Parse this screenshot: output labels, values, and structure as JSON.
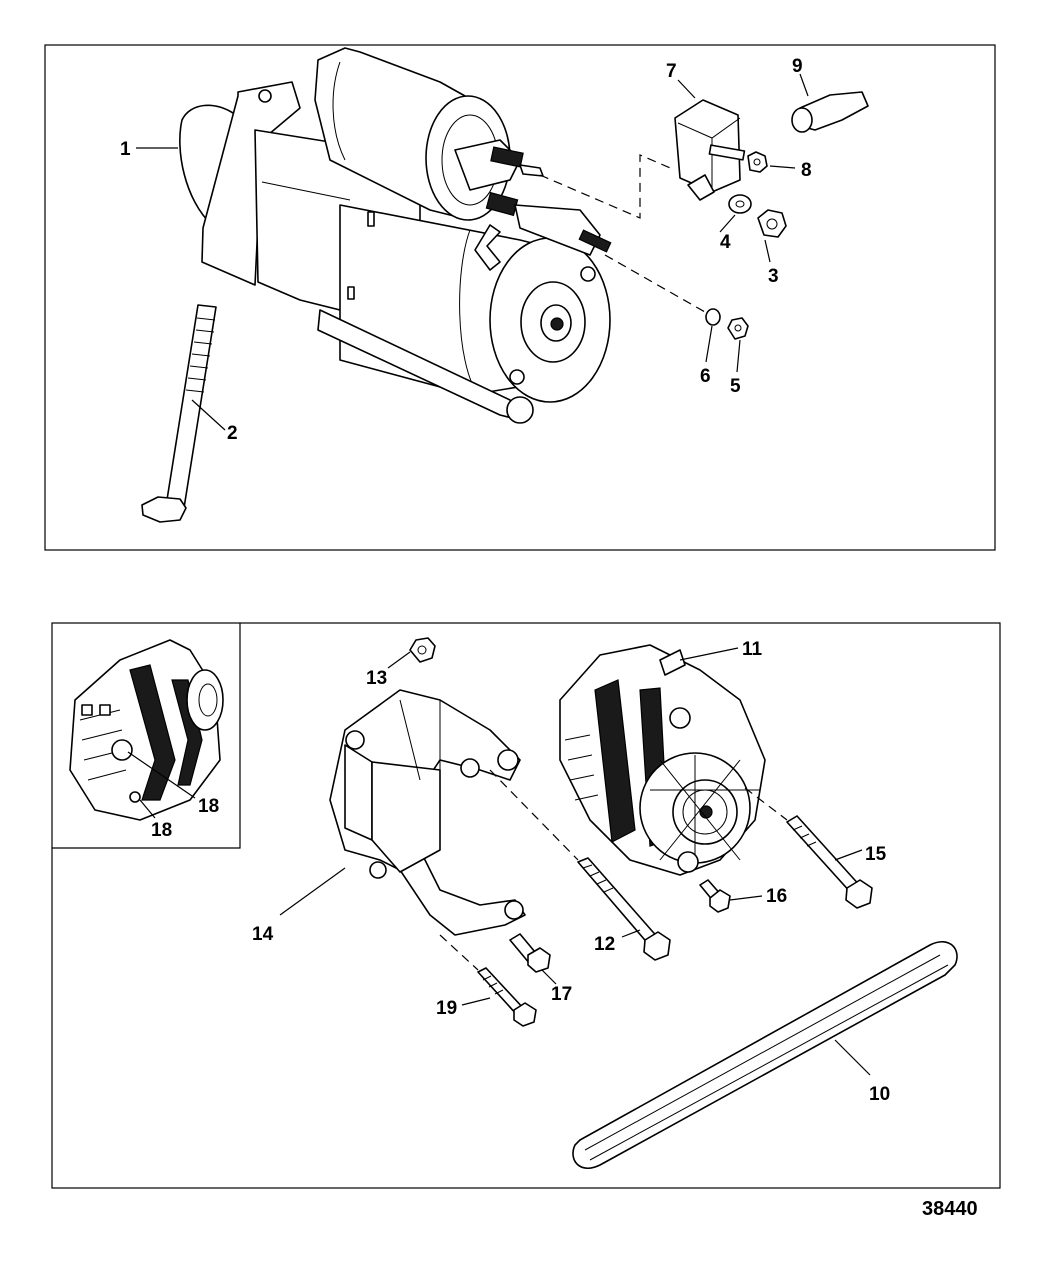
{
  "figure_number": "38440",
  "callouts": {
    "c1": "1",
    "c2": "2",
    "c3": "3",
    "c4": "4",
    "c5": "5",
    "c6": "6",
    "c7": "7",
    "c8": "8",
    "c9": "9",
    "c10": "10",
    "c11": "11",
    "c12": "12",
    "c13": "13",
    "c14": "14",
    "c15": "15",
    "c16": "16",
    "c17": "17",
    "c18a": "18",
    "c18b": "18",
    "c19": "19"
  }
}
